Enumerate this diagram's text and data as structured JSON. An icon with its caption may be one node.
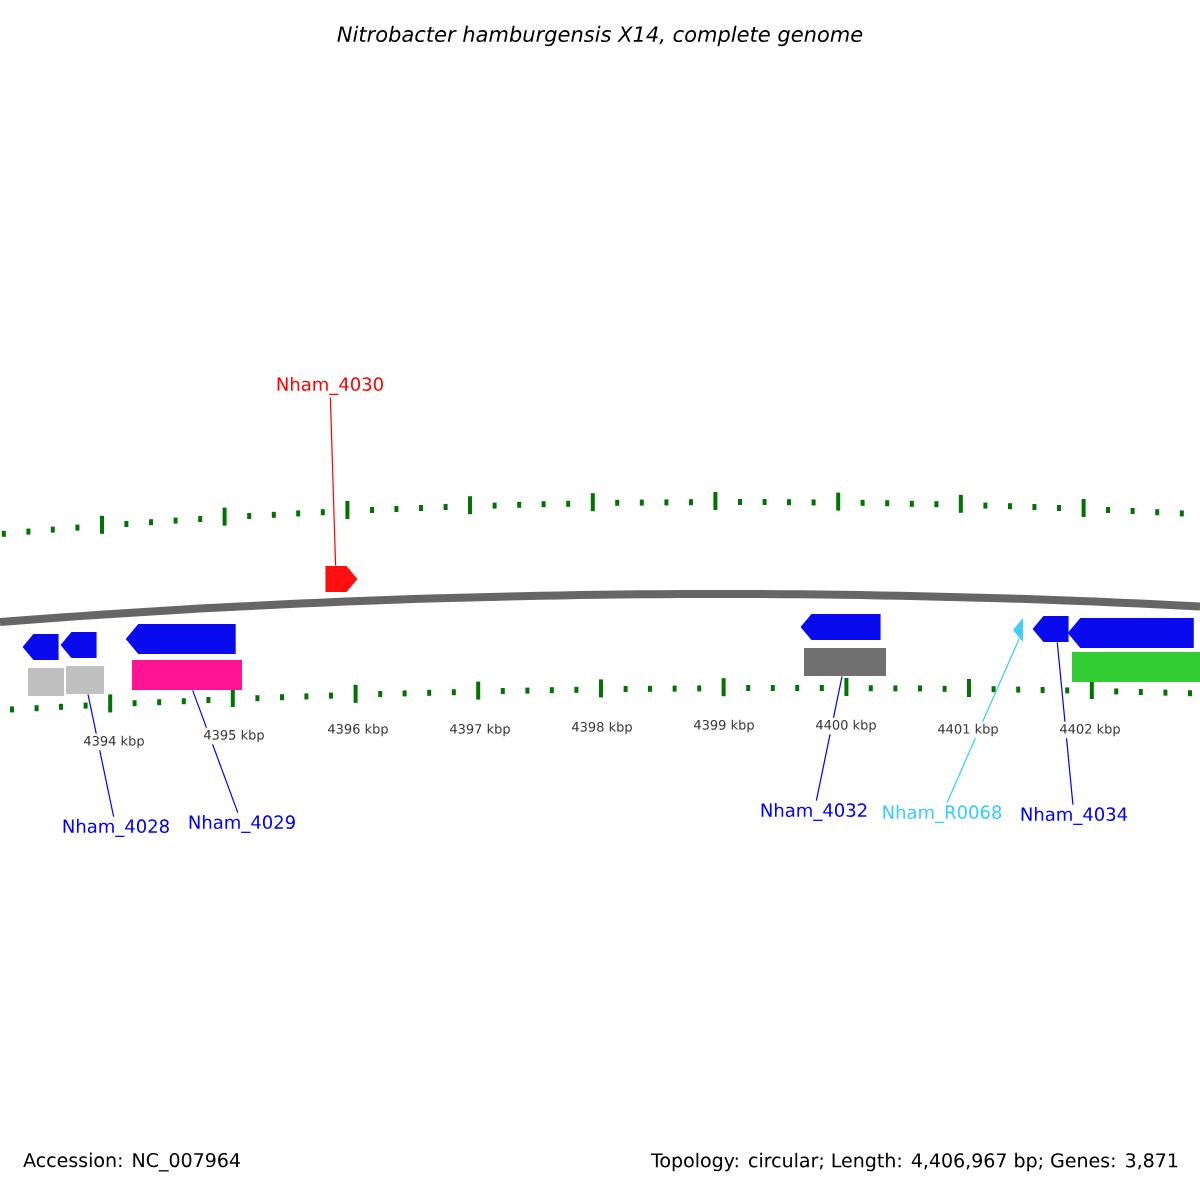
{
  "diagram": {
    "title": "Nitrobacter hamburgensis X14, complete genome",
    "nodes": [
      {
        "text": [
          "Nham_4030"
        ]
      },
      {
        "text": [],
        "shape": "arrow"
      },
      {
        "text": [
          "Nham_4028"
        ]
      },
      {
        "text": [
          "Nham_4029"
        ]
      },
      {
        "text": [],
        "shape": "box"
      },
      {
        "text": [],
        "shape": "box"
      },
      {
        "text": [
          "Nham_4032"
        ]
      },
      {
        "text": [],
        "shape": "box"
      },
      {
        "text": [
          "Nham_R0068"
        ]
      },
      {
        "text": [],
        "shape": "arrow"
      },
      {
        "text": [
          "Nham_4034"
        ]
      },
      {
        "text": [],
        "shape": "arrow"
      },
      {
        "text": [],
        "shape": "arrow"
      },
      {
        "text": [],
        "shape": "arrow"
      },
      {
        "text": [],
        "shape": "arrow"
      },
      {
        "text": [],
        "shape": "box"
      },
      {
        "text": [],
        "shape": "arrow"
      },
      {
        "text": [],
        "shape": "arrow"
      },
      {
        "text": [],
        "shape": "box"
      }
    ],
    "edges": [
      {
        "from": 0,
        "to": 1,
        "arrow": "none",
        "color": "#ff0000"
      },
      {
        "from": 2,
        "to": 4,
        "arrow": "none"
      },
      {
        "from": 3,
        "to": 5,
        "arrow": "none"
      },
      {
        "from": 6,
        "to": 7,
        "arrow": "none"
      },
      {
        "from": 8,
        "to": 9,
        "arrow": "none",
        "color": "#33ccff"
      },
      {
        "from": 10,
        "to": 11,
        "arrow": "none"
      }
    ],
    "labels": [
      "4394 kbp",
      "4395 kbp",
      "4396 kbp",
      "4397 kbp",
      "4398 kbp",
      "4399 kbp",
      "4400 kbp",
      "4401 kbp",
      "4402 kbp",
      "Accession: NC_007964",
      "Topology: circular; Length: 4,406,967 bp; Genes: 3,871"
    ]
  }
}
